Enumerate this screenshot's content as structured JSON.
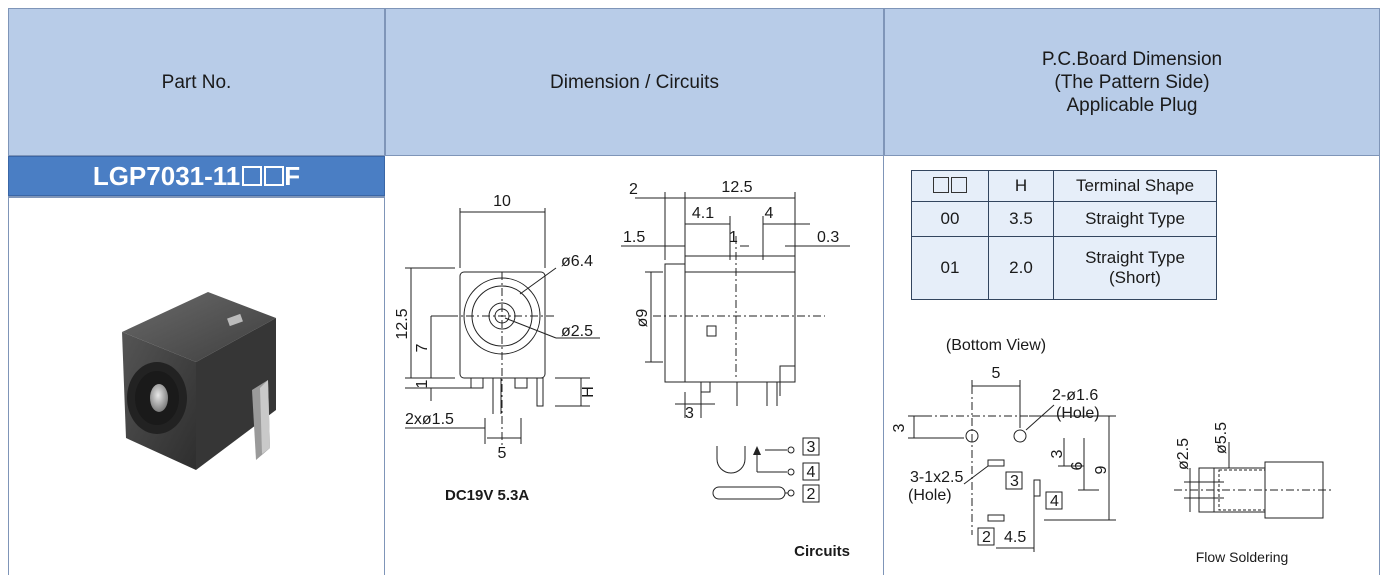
{
  "header": {
    "part_no": "Part No.",
    "dimension": "Dimension / Circuits",
    "pcb_line1": "P.C.Board Dimension",
    "pcb_line2": "(The Pattern Side)",
    "pcb_line3": "Applicable Plug"
  },
  "part": {
    "prefix": "LGP7031-11 ",
    "suffix": "F"
  },
  "drawing": {
    "front": {
      "d10": "10",
      "d6_4": "ø6.4",
      "d2_5": "ø2.5",
      "d12_5": "12.5",
      "d7": "7",
      "d1": "1",
      "dh": "H",
      "d2x15": "2xø1.5",
      "d5": "5"
    },
    "side": {
      "d2": "2",
      "d12_5": "12.5",
      "d4_1": "4.1",
      "d4": "4",
      "d1_5": "1.5",
      "d1": "1",
      "d0_3": "0.3",
      "d9": "ø9",
      "d3": "3"
    },
    "rating": "DC19V 5.3A",
    "circuits_label": "Circuits",
    "terminals": [
      "3",
      "4",
      "2"
    ]
  },
  "table": {
    "headers": [
      "H",
      "Terminal Shape"
    ],
    "rows": [
      {
        "code": "00",
        "h": "3.5",
        "shape": "Straight Type"
      },
      {
        "code": "01",
        "h": "2.0",
        "shape": "Straight Type\n(Short)"
      }
    ],
    "row2_shape_line1": "Straight Type",
    "row2_shape_line2": "(Short)"
  },
  "pcb": {
    "bottom_view": "(Bottom View)",
    "d5": "5",
    "d2_16": "2-ø1.6",
    "hole1": "(Hole)",
    "d3a": "3",
    "d3b": "3",
    "d6": "6",
    "d9": "9",
    "d3_1x25": "3-1x2.5",
    "hole2": "(Hole)",
    "t3": "3",
    "t4": "4",
    "t2": "2",
    "d4_5": "4.5"
  },
  "plug": {
    "d2_5": "ø2.5",
    "d5_5": "ø5.5",
    "flow": "Flow Soldering"
  }
}
